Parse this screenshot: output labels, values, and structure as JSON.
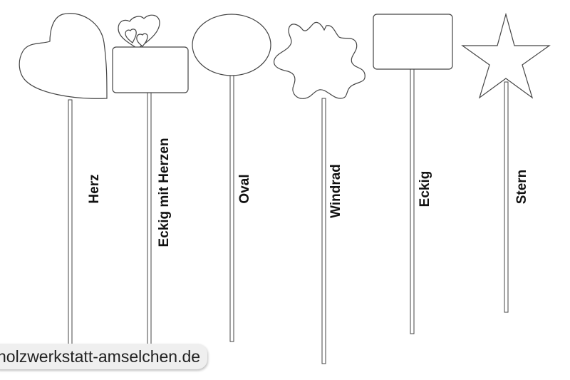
{
  "title": "",
  "colors": {
    "outline": "#444444",
    "label": "#111111",
    "background": "#ffffff"
  },
  "stakes": [
    {
      "shape": "heart",
      "label": "Herz"
    },
    {
      "shape": "rectangle-with-hearts",
      "label": "Eckig mit Herzen"
    },
    {
      "shape": "oval",
      "label": "Oval"
    },
    {
      "shape": "pinwheel",
      "label": "Windrad"
    },
    {
      "shape": "rectangle",
      "label": "Eckig"
    },
    {
      "shape": "star",
      "label": "Stern"
    }
  ],
  "watermark": "holzwerkstatt-amselchen.de"
}
